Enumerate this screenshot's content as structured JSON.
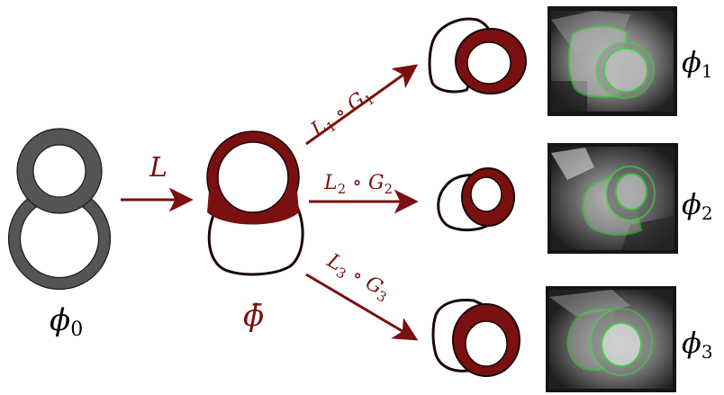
{
  "colors": {
    "template_dark": "#555555",
    "template_outline": "#1a1a1a",
    "mean_shape": "#7a1010",
    "arrow": "#7a1010",
    "contour": "#33dd33",
    "mri_bg": "#1a1a1a"
  },
  "labels": {
    "phi0": {
      "base": "ϕ",
      "sub": "0"
    },
    "phibar": {
      "base": "ϕ̄"
    },
    "L": {
      "base": "L"
    },
    "t1": {
      "a": "L",
      "asub": "1",
      "op": " ∘ ",
      "b": "G",
      "bsub": "1"
    },
    "t2": {
      "a": "L",
      "asub": "2",
      "op": " ∘ ",
      "b": "G",
      "bsub": "2"
    },
    "t3": {
      "a": "L",
      "asub": "3",
      "op": " ∘ ",
      "b": "G",
      "bsub": "3"
    },
    "phi1": {
      "base": "ϕ",
      "sub": "1"
    },
    "phi2": {
      "base": "ϕ",
      "sub": "2"
    },
    "phi3": {
      "base": "ϕ",
      "sub": "3"
    }
  },
  "icons": {
    "template": "template-shape-icon",
    "mean": "mean-shape-icon",
    "mri": "mri-slice-icon"
  }
}
